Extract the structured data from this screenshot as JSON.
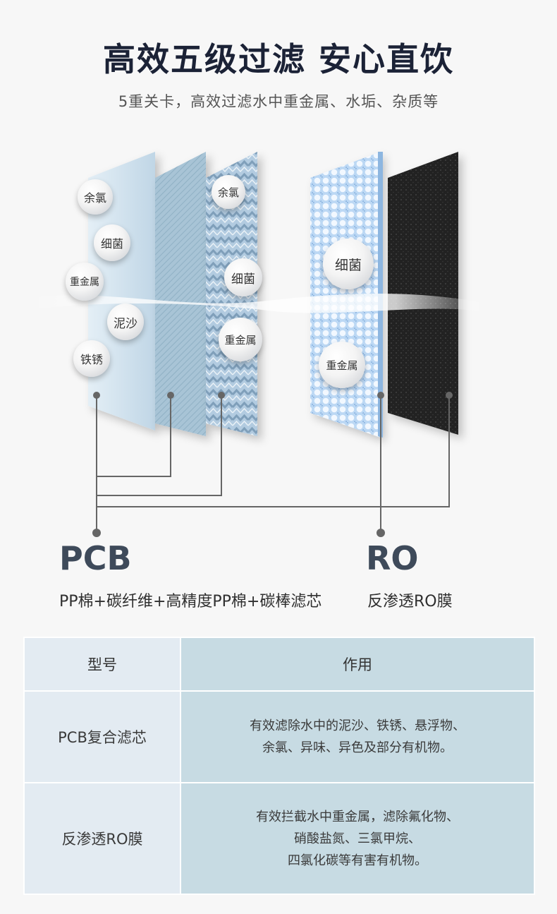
{
  "header": {
    "title": "高效五级过滤 安心直饮",
    "subtitle": "5重关卡，高效过滤水中重金属、水垢、杂质等"
  },
  "diagram": {
    "layer1_bubbles": [
      "余氯",
      "细菌",
      "重金属",
      "泥沙",
      "铁锈"
    ],
    "layer3_bubbles": [
      "余氯",
      "细菌",
      "重金属"
    ],
    "layer4_bubbles": [
      "细菌",
      "重金属"
    ],
    "groups": [
      {
        "code": "PCB",
        "desc": "PP棉+碳纤维+高精度PP棉+碳棒滤芯"
      },
      {
        "code": "RO",
        "desc": "反渗透RO膜"
      }
    ],
    "colors": {
      "pp_cotton": "#cfe2ee",
      "carbon_fiber": "#a8c4d6",
      "precision_pp": "#b2cbe0",
      "ro_membrane": "#bcd8f4",
      "carbon_rod": "#232323",
      "connector": "#666666"
    }
  },
  "table": {
    "headers": [
      "型号",
      "作用"
    ],
    "rows": [
      {
        "model": "PCB复合滤芯",
        "effect": [
          "有效滤除水中的泥沙、铁锈、悬浮物、",
          "余氯、异味、异色及部分有机物。"
        ]
      },
      {
        "model": "反渗透RO膜",
        "effect": [
          "有效拦截水中重金属，滤除氟化物、",
          "硝酸盐氮、三氯甲烷、",
          "四氯化碳等有害有机物。"
        ]
      }
    ]
  }
}
